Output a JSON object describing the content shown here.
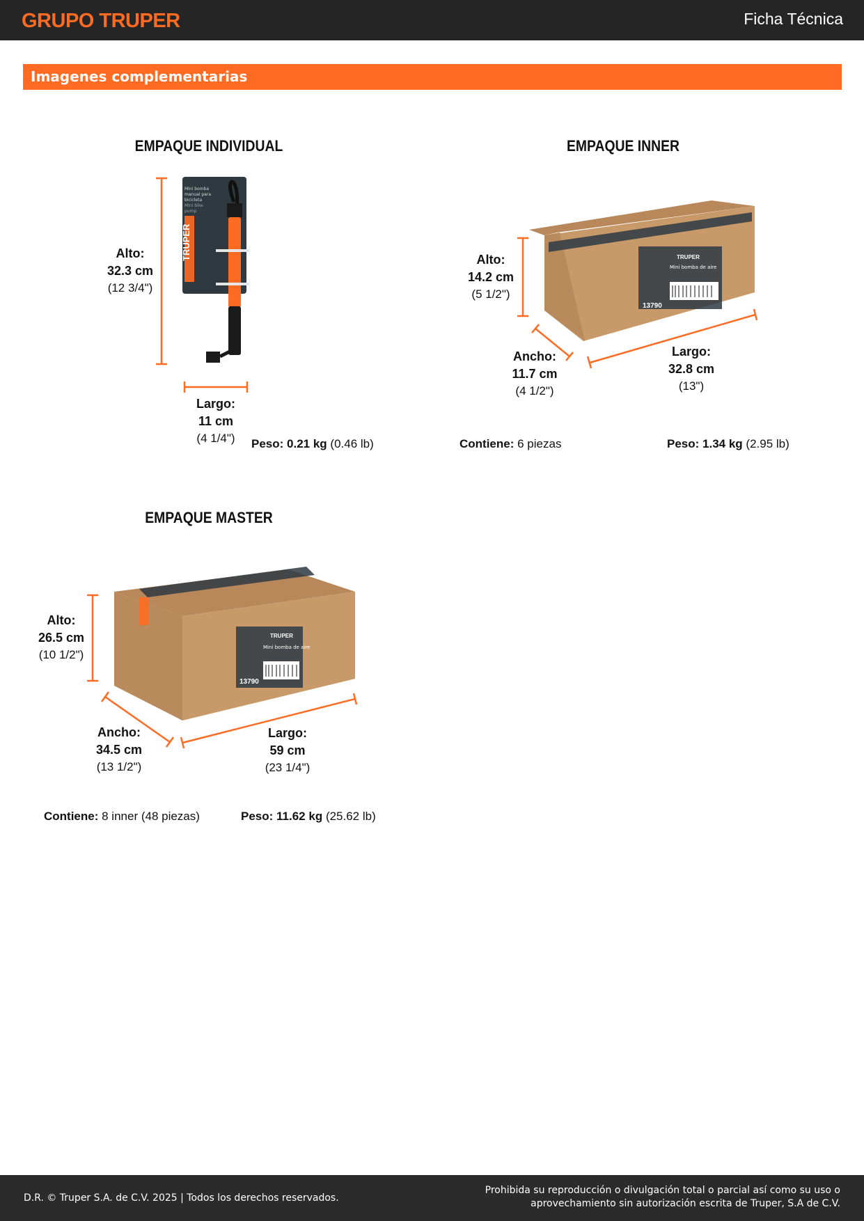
{
  "header": {
    "brand": "GRUPO TRUPER",
    "doc_type": "Ficha Técnica"
  },
  "section": {
    "title": "Imagenes complementarias"
  },
  "individual": {
    "title": "EMPAQUE INDIVIDUAL",
    "alto": {
      "label": "Alto:",
      "metric": "32.3 cm",
      "imperial": "(12 3/4\")"
    },
    "largo": {
      "label": "Largo:",
      "metric": "11 cm",
      "imperial": "(4 1/4\")"
    },
    "peso": {
      "label": "Peso:",
      "metric": "0.21 kg",
      "imperial": "(0.46 lb)"
    },
    "product_text": {
      "brand": "TRUPER",
      "line1": "Mini bomba",
      "line2": "manual para",
      "line3": "bicicleta",
      "line4": "Mini bike",
      "line5": "pump"
    }
  },
  "inner": {
    "title": "EMPAQUE INNER",
    "alto": {
      "label": "Alto:",
      "metric": "14.2 cm",
      "imperial": "(5 1/2\")"
    },
    "ancho": {
      "label": "Ancho:",
      "metric": "11.7 cm",
      "imperial": "(4 1/2\")"
    },
    "largo": {
      "label": "Largo:",
      "metric": "32.8 cm",
      "imperial": "(13\")"
    },
    "contiene": {
      "label": "Contiene:",
      "value": "6 piezas"
    },
    "peso": {
      "label": "Peso:",
      "metric": "1.34 kg",
      "imperial": "(2.95 lb)"
    },
    "box_label": {
      "brand": "TRUPER",
      "line1": "Mini bomba de aire",
      "code": "13790"
    }
  },
  "master": {
    "title": "EMPAQUE MASTER",
    "alto": {
      "label": "Alto:",
      "metric": "26.5 cm",
      "imperial": "(10 1/2\")"
    },
    "ancho": {
      "label": "Ancho:",
      "metric": "34.5 cm",
      "imperial": "(13 1/2\")"
    },
    "largo": {
      "label": "Largo:",
      "metric": "59 cm",
      "imperial": "(23 1/4\")"
    },
    "contiene": {
      "label": "Contiene:",
      "value": "8 inner (48 piezas)"
    },
    "peso": {
      "label": "Peso:",
      "metric": "11.62 kg",
      "imperial": "(25.62 lb)"
    },
    "box_label": {
      "brand": "TRUPER",
      "line1": "Mini bomba de aire",
      "code": "13790"
    }
  },
  "footer": {
    "copyright": "D.R. © Truper S.A. de C.V. 2025 | Todos los derechos reservados.",
    "legal_line1": "Prohibida su reproducción o divulgación total o parcial así como su uso o",
    "legal_line2": "aprovechamiento sin autorización escrita de Truper, S.A de C.V."
  },
  "colors": {
    "accent": "#ff6b22",
    "dark": "#252525",
    "cardboard": "#c89a6a"
  }
}
